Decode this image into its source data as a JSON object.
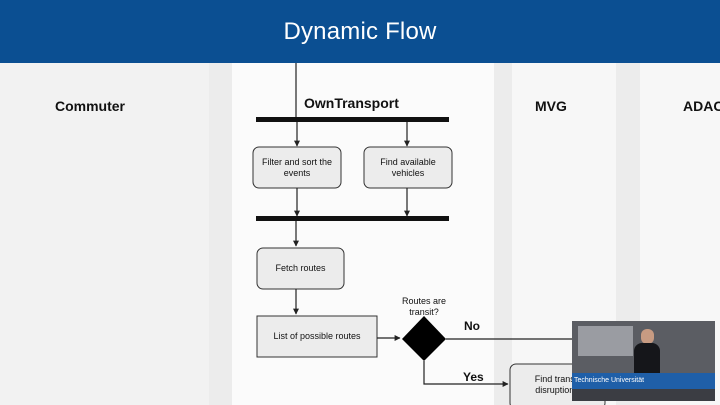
{
  "header": {
    "title": "Dynamic Flow"
  },
  "lanes": {
    "commuter": "Commuter",
    "own": "OwnTransport",
    "mvg": "MVG",
    "adac": "ADAC"
  },
  "nodes": {
    "filter": "Filter and sort the events",
    "vehicles": "Find available vehicles",
    "fetch": "Fetch routes",
    "list": "List of possible routes",
    "disruptions": "Find transit disruptions"
  },
  "decision": {
    "question": "Routes are transit?"
  },
  "edges": {
    "no": "No",
    "yes": "Yes"
  },
  "video": {
    "banner": "Technische Universität"
  }
}
